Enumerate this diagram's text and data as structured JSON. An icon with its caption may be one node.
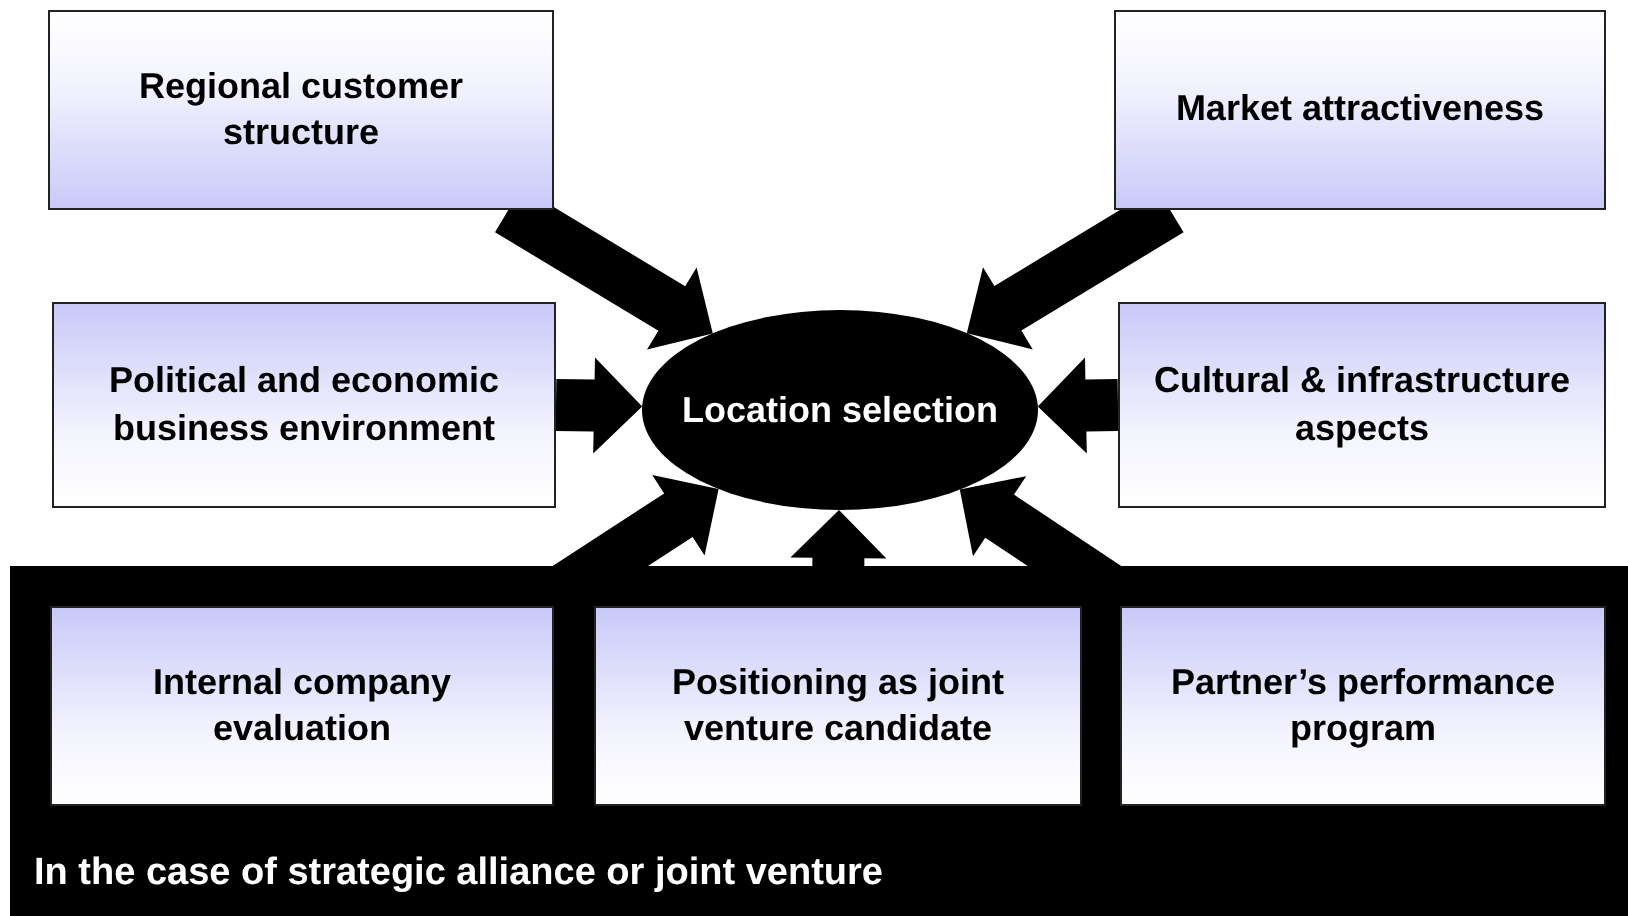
{
  "diagram": {
    "nodes": [
      {
        "text": [
          "Regional customer structure"
        ]
      },
      {
        "text": [
          "Market attractiveness"
        ]
      },
      {
        "text": [
          "Political and economic business environment"
        ]
      },
      {
        "text": [
          "Location selection"
        ]
      },
      {
        "text": [
          "Cultural & infrastructure aspects"
        ]
      },
      {
        "text": [
          "In the case of strategic alliance or joint venture"
        ]
      },
      {
        "text": [
          "Internal company evaluation"
        ],
        "in": 5
      },
      {
        "text": [
          "Positioning as joint venture candidate"
        ],
        "in": 5
      },
      {
        "text": [
          "Partner’s performance program"
        ],
        "in": 5
      }
    ],
    "edges": [
      {
        "from": 0,
        "to": 3,
        "arrow": "to"
      },
      {
        "from": 1,
        "to": 3,
        "arrow": "to"
      },
      {
        "from": 2,
        "to": 3,
        "arrow": "to"
      },
      {
        "from": 4,
        "to": 3,
        "arrow": "to"
      },
      {
        "from": 6,
        "to": 3,
        "arrow": "to"
      },
      {
        "from": 7,
        "to": 3,
        "arrow": "to"
      },
      {
        "from": 8,
        "to": 3,
        "arrow": "to"
      }
    ]
  }
}
